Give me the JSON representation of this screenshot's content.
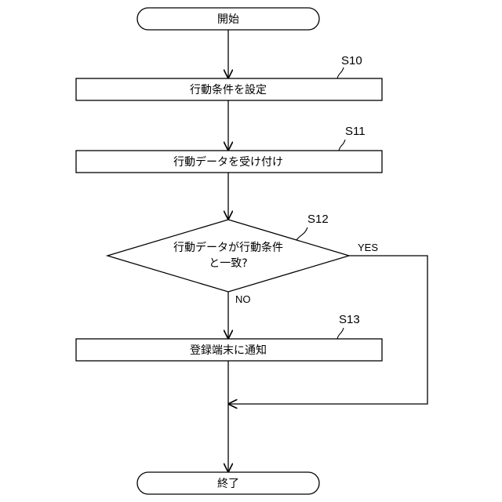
{
  "nodes": {
    "start": "開始",
    "set_conditions": "行動条件を設定",
    "receive_data": "行動データを受け付け",
    "decision_line1": "行動データが行動条件",
    "decision_line2": "と一致?",
    "notify": "登録端末に通知",
    "end": "終了"
  },
  "steps": {
    "s10": "S10",
    "s11": "S11",
    "s12": "S12",
    "s13": "S13"
  },
  "branches": {
    "yes": "YES",
    "no": "NO"
  }
}
